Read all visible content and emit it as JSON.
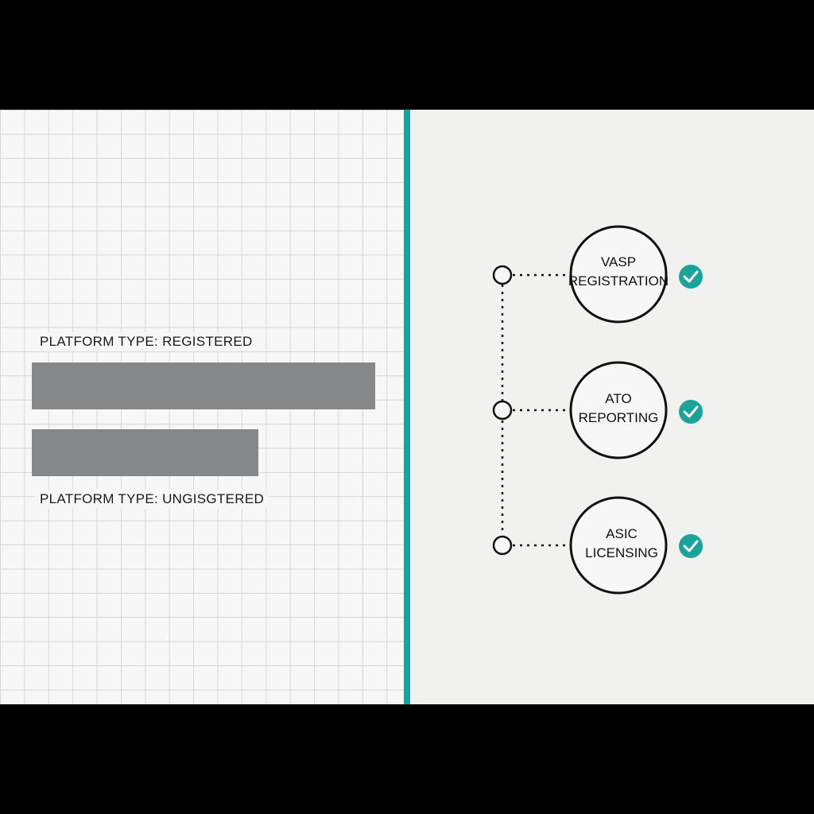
{
  "left": {
    "bars": [
      {
        "label": "PLATFORM TYPE: REGISTERED",
        "value": 1.0
      },
      {
        "label": "PLATFORM TYPE: UNGISGTERED",
        "value": 0.66
      }
    ],
    "bar_color": "#868789",
    "grid": true
  },
  "accent_color": "#1aa39b",
  "flow": {
    "nodes": [
      {
        "line1": "VASP",
        "line2": "REGISTRATION",
        "status": "check-icon"
      },
      {
        "line1": "ATO",
        "line2": "REPORTING",
        "status": "check-icon"
      },
      {
        "line1": "ASIC",
        "line2": "LICENSING",
        "status": "check-icon"
      }
    ]
  }
}
